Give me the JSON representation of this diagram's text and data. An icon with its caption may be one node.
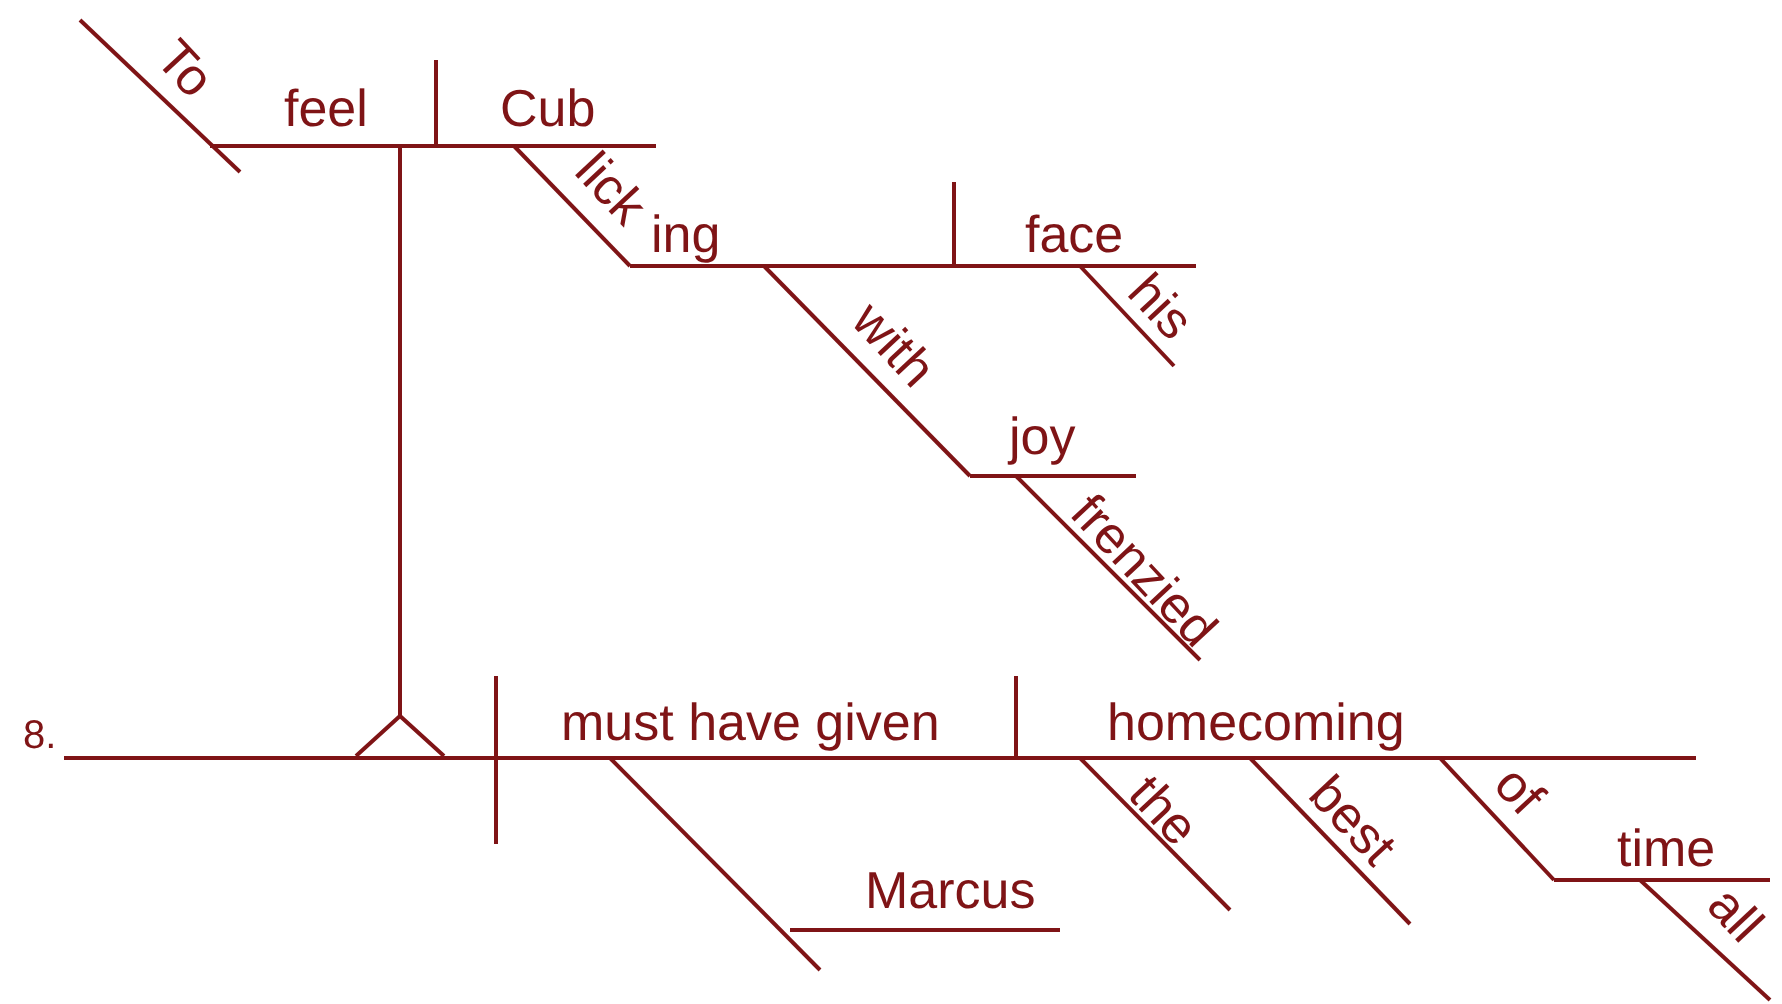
{
  "diagram": {
    "labels": [
      "To",
      "feel",
      "Cub",
      "lick",
      "ing",
      "face",
      "his",
      "with",
      "joy",
      "frenzied",
      "8.",
      "must have given",
      "homecoming",
      "the",
      "best",
      "of",
      "time",
      "Marcus",
      "all"
    ]
  }
}
